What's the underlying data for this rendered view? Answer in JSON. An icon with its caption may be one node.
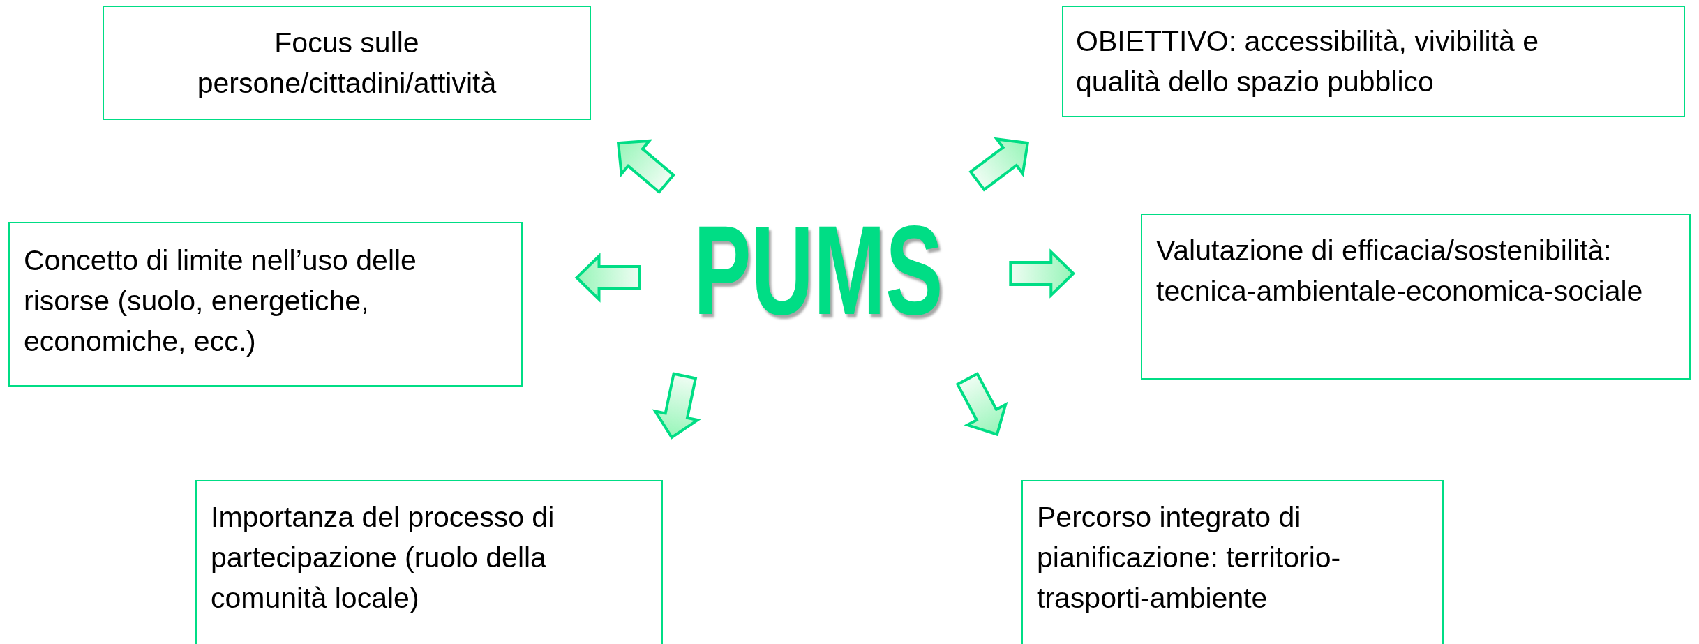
{
  "diagram": {
    "nodes": [
      {
        "text": [
          "Focus sulle persone/cittadini/attività"
        ]
      },
      {
        "text": [
          "OBIETTIVO: accessibilità, vivibilità e qualità dello spazio pubblico"
        ]
      },
      {
        "text": [
          "Concetto di limite nell’uso delle risorse (suolo, energetiche, economiche, ecc.)"
        ]
      },
      {
        "text": [
          "PUMS"
        ]
      },
      {
        "text": [
          "Valutazione di efficacia/sostenibilità: tecnica-ambientale-economica-sociale"
        ]
      },
      {
        "text": [
          "Importanza del processo di partecipazione (ruolo della comunità locale)"
        ]
      },
      {
        "text": [
          "Percorso integrato di pianificazione: territorio-trasporti-ambiente"
        ]
      }
    ],
    "edges": [
      {
        "from": 3,
        "to": 0,
        "arrow": "to"
      },
      {
        "from": 3,
        "to": 1,
        "arrow": "to"
      },
      {
        "from": 3,
        "to": 2,
        "arrow": "to"
      },
      {
        "from": 3,
        "to": 4,
        "arrow": "to"
      },
      {
        "from": 3,
        "to": 5,
        "arrow": "to"
      },
      {
        "from": 3,
        "to": 6,
        "arrow": "to"
      }
    ]
  }
}
